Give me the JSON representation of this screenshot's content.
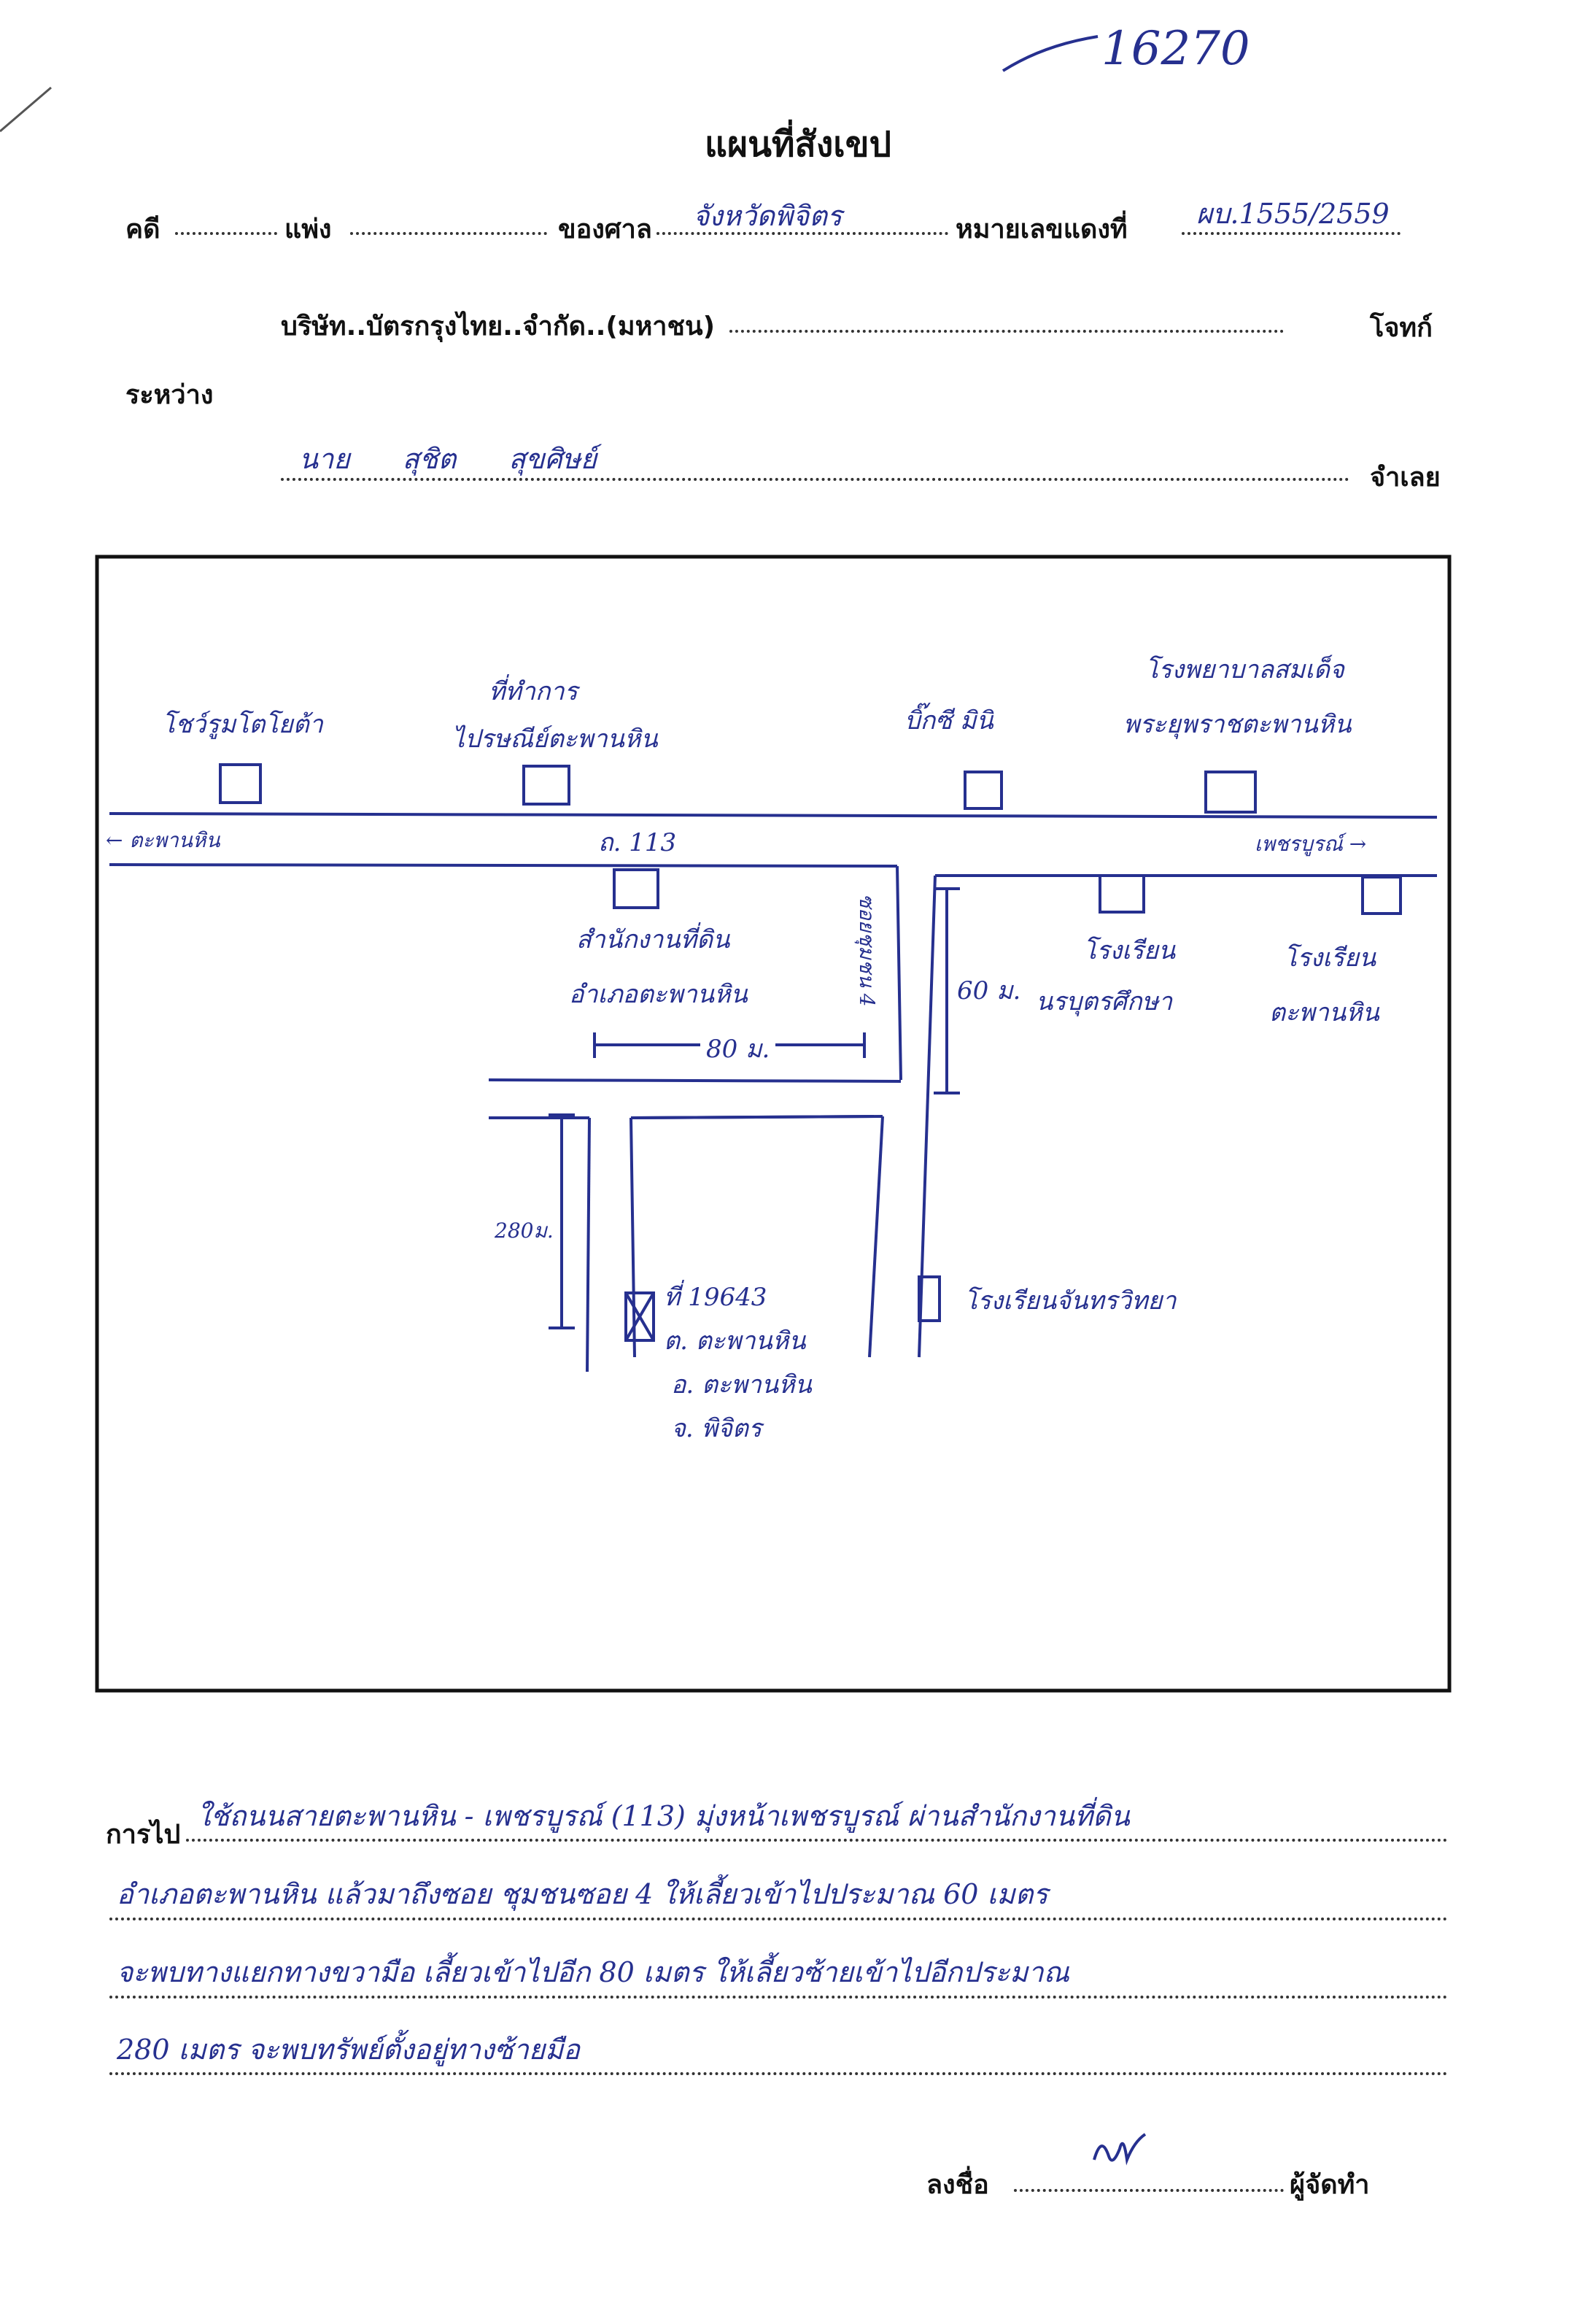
{
  "file_number": "16270",
  "title": "แผนที่สังเขป",
  "header": {
    "case_label": "คดี",
    "civil_label": "แพ่ง",
    "court_label": "ของศาล",
    "court_value": "จังหวัดพิจิตร",
    "red_no_label": "หมายเลขแดงที่",
    "red_no_value": "ผบ.1555/2559",
    "plaintiff_text": "บริษัท..บัตรกรุงไทย..จำกัด..(มหาชน)",
    "plaintiff_label": "โจทก์",
    "between_label": "ระหว่าง",
    "defendant_value": "นาย สุชิต   สุขศิษย์",
    "defendant_label": "จำเลย"
  },
  "map": {
    "shop": "โชว์รูมโตโยต้า",
    "office_line1": "ที่ทำการ",
    "office_line2": "ไปรษณีย์ตะพานหิน",
    "big_c": "บิ๊กซี มินิ",
    "hospital_line1": "โรงพยาบาลสมเด็จ",
    "hospital_line2": "พระยุพราชตะพานหิน",
    "arrow_left": "← ตะพานหิน",
    "road_no": "ถ. 113",
    "arrow_right": "เพชรบูรณ์ →",
    "land_office_line1": "สำนักงานที่ดิน",
    "land_office_line2": "อำเภอตะพานหิน",
    "soi_label": "ซอยชุมชน 4",
    "dist_60": "60 ม.",
    "dist_80": "80 ม.",
    "dist_280": "280ม.",
    "school1_line1": "โรงเรียน",
    "school1_line2": "นรบุตรศึกษา",
    "school2_line1": "โรงเรียน",
    "school2_line2": "ตะพานหิน",
    "school3": "โรงเรียนจันทรวิทยา",
    "plot_line1": "ที่ 19643",
    "plot_line2": "ต. ตะพานหิน",
    "plot_line3": "อ. ตะพานหิน",
    "plot_line4": "จ. พิจิตร"
  },
  "directions": {
    "label": "การไป",
    "line1": "ใช้ถนนสายตะพานหิน - เพชรบูรณ์ (113) มุ่งหน้าเพชรบูรณ์ ผ่านสำนักงานที่ดิน",
    "line2": "อำเภอตะพานหิน แล้วมาถึงซอย ชุมชนซอย 4 ให้เลี้ยวเข้าไปประมาณ 60 เมตร",
    "line3": "จะพบทางแยกทางขวามือ เลี้ยวเข้าไปอีก 80 เมตร ให้เลี้ยวซ้ายเข้าไปอีกประมาณ",
    "line4": "280 เมตร จะพบทรัพย์ตั้งอยู่ทางซ้ายมือ"
  },
  "signature": {
    "label": "ลงชื่อ",
    "role": "ผู้จัดทำ"
  },
  "colors": {
    "ink": "#26308f",
    "print": "#111111"
  }
}
